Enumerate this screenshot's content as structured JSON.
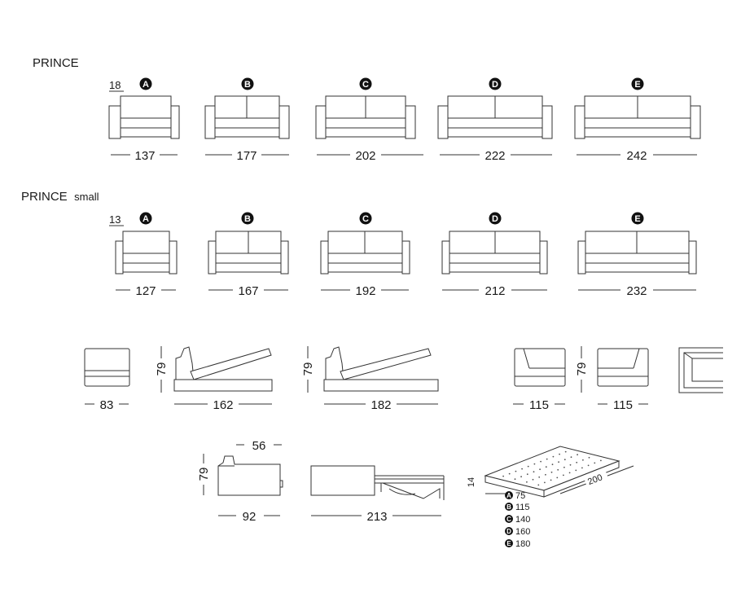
{
  "series": [
    {
      "title": "PRINCE",
      "subtitle": "",
      "depth_label": "18",
      "variants": [
        {
          "badge": "A",
          "width": "137"
        },
        {
          "badge": "B",
          "width": "177"
        },
        {
          "badge": "C",
          "width": "202"
        },
        {
          "badge": "D",
          "width": "222"
        },
        {
          "badge": "E",
          "width": "242"
        }
      ]
    },
    {
      "title": "PRINCE",
      "subtitle": "small",
      "depth_label": "13",
      "variants": [
        {
          "badge": "A",
          "width": "127"
        },
        {
          "badge": "B",
          "width": "167"
        },
        {
          "badge": "C",
          "width": "192"
        },
        {
          "badge": "D",
          "width": "212"
        },
        {
          "badge": "E",
          "width": "232"
        }
      ]
    }
  ],
  "side_views": {
    "armrest_width": "83",
    "height": "79",
    "open_depth_1": "162",
    "open_depth_2": "182",
    "corner_width_1": "115",
    "corner_width_2": "115"
  },
  "bed_views": {
    "back_depth": "56",
    "height": "79",
    "closed_depth": "92",
    "open_length": "213"
  },
  "mattress": {
    "thickness": "14",
    "length": "200",
    "widths": [
      {
        "badge": "A",
        "value": "75"
      },
      {
        "badge": "B",
        "value": "115"
      },
      {
        "badge": "C",
        "value": "140"
      },
      {
        "badge": "D",
        "value": "160"
      },
      {
        "badge": "E",
        "value": "180"
      }
    ]
  }
}
